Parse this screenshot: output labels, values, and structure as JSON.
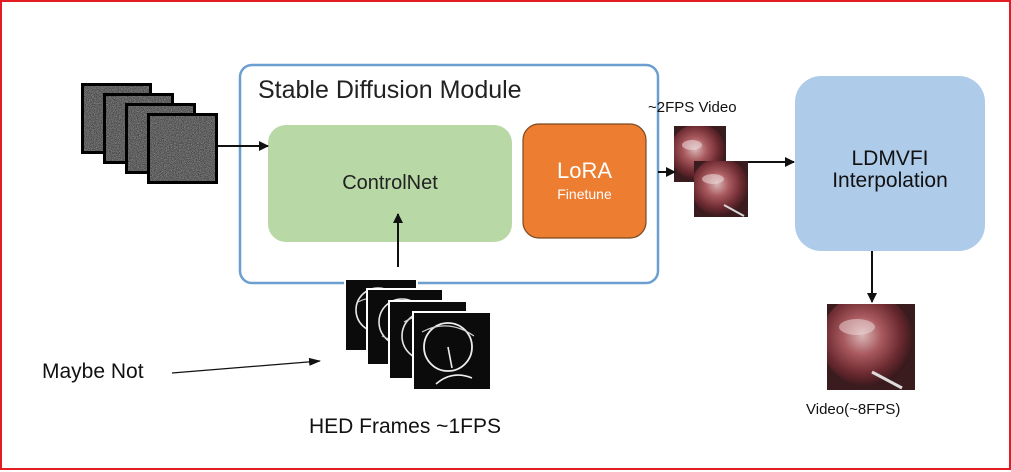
{
  "stable_diffusion": {
    "title": "Stable Diffusion Module"
  },
  "controlnet": {
    "label": "ControlNet"
  },
  "lora": {
    "title": "LoRA",
    "subtitle": "Finetune"
  },
  "ldmvfi": {
    "title_line1": "LDMVFI",
    "title_line2": "Interpolation"
  },
  "labels": {
    "two_fps_video": "~2FPS Video",
    "eight_fps_video": "Video(~8FPS)",
    "hed_frames": "HED Frames ~1FPS",
    "maybe_not": "Maybe Not"
  },
  "colors": {
    "frame_border": "#e31b23",
    "sd_module_border": "#6a9fd0",
    "controlnet_fill": "#b8d8a5",
    "lora_fill": "#ec7d31",
    "ldmvfi_fill": "#aecbea"
  }
}
